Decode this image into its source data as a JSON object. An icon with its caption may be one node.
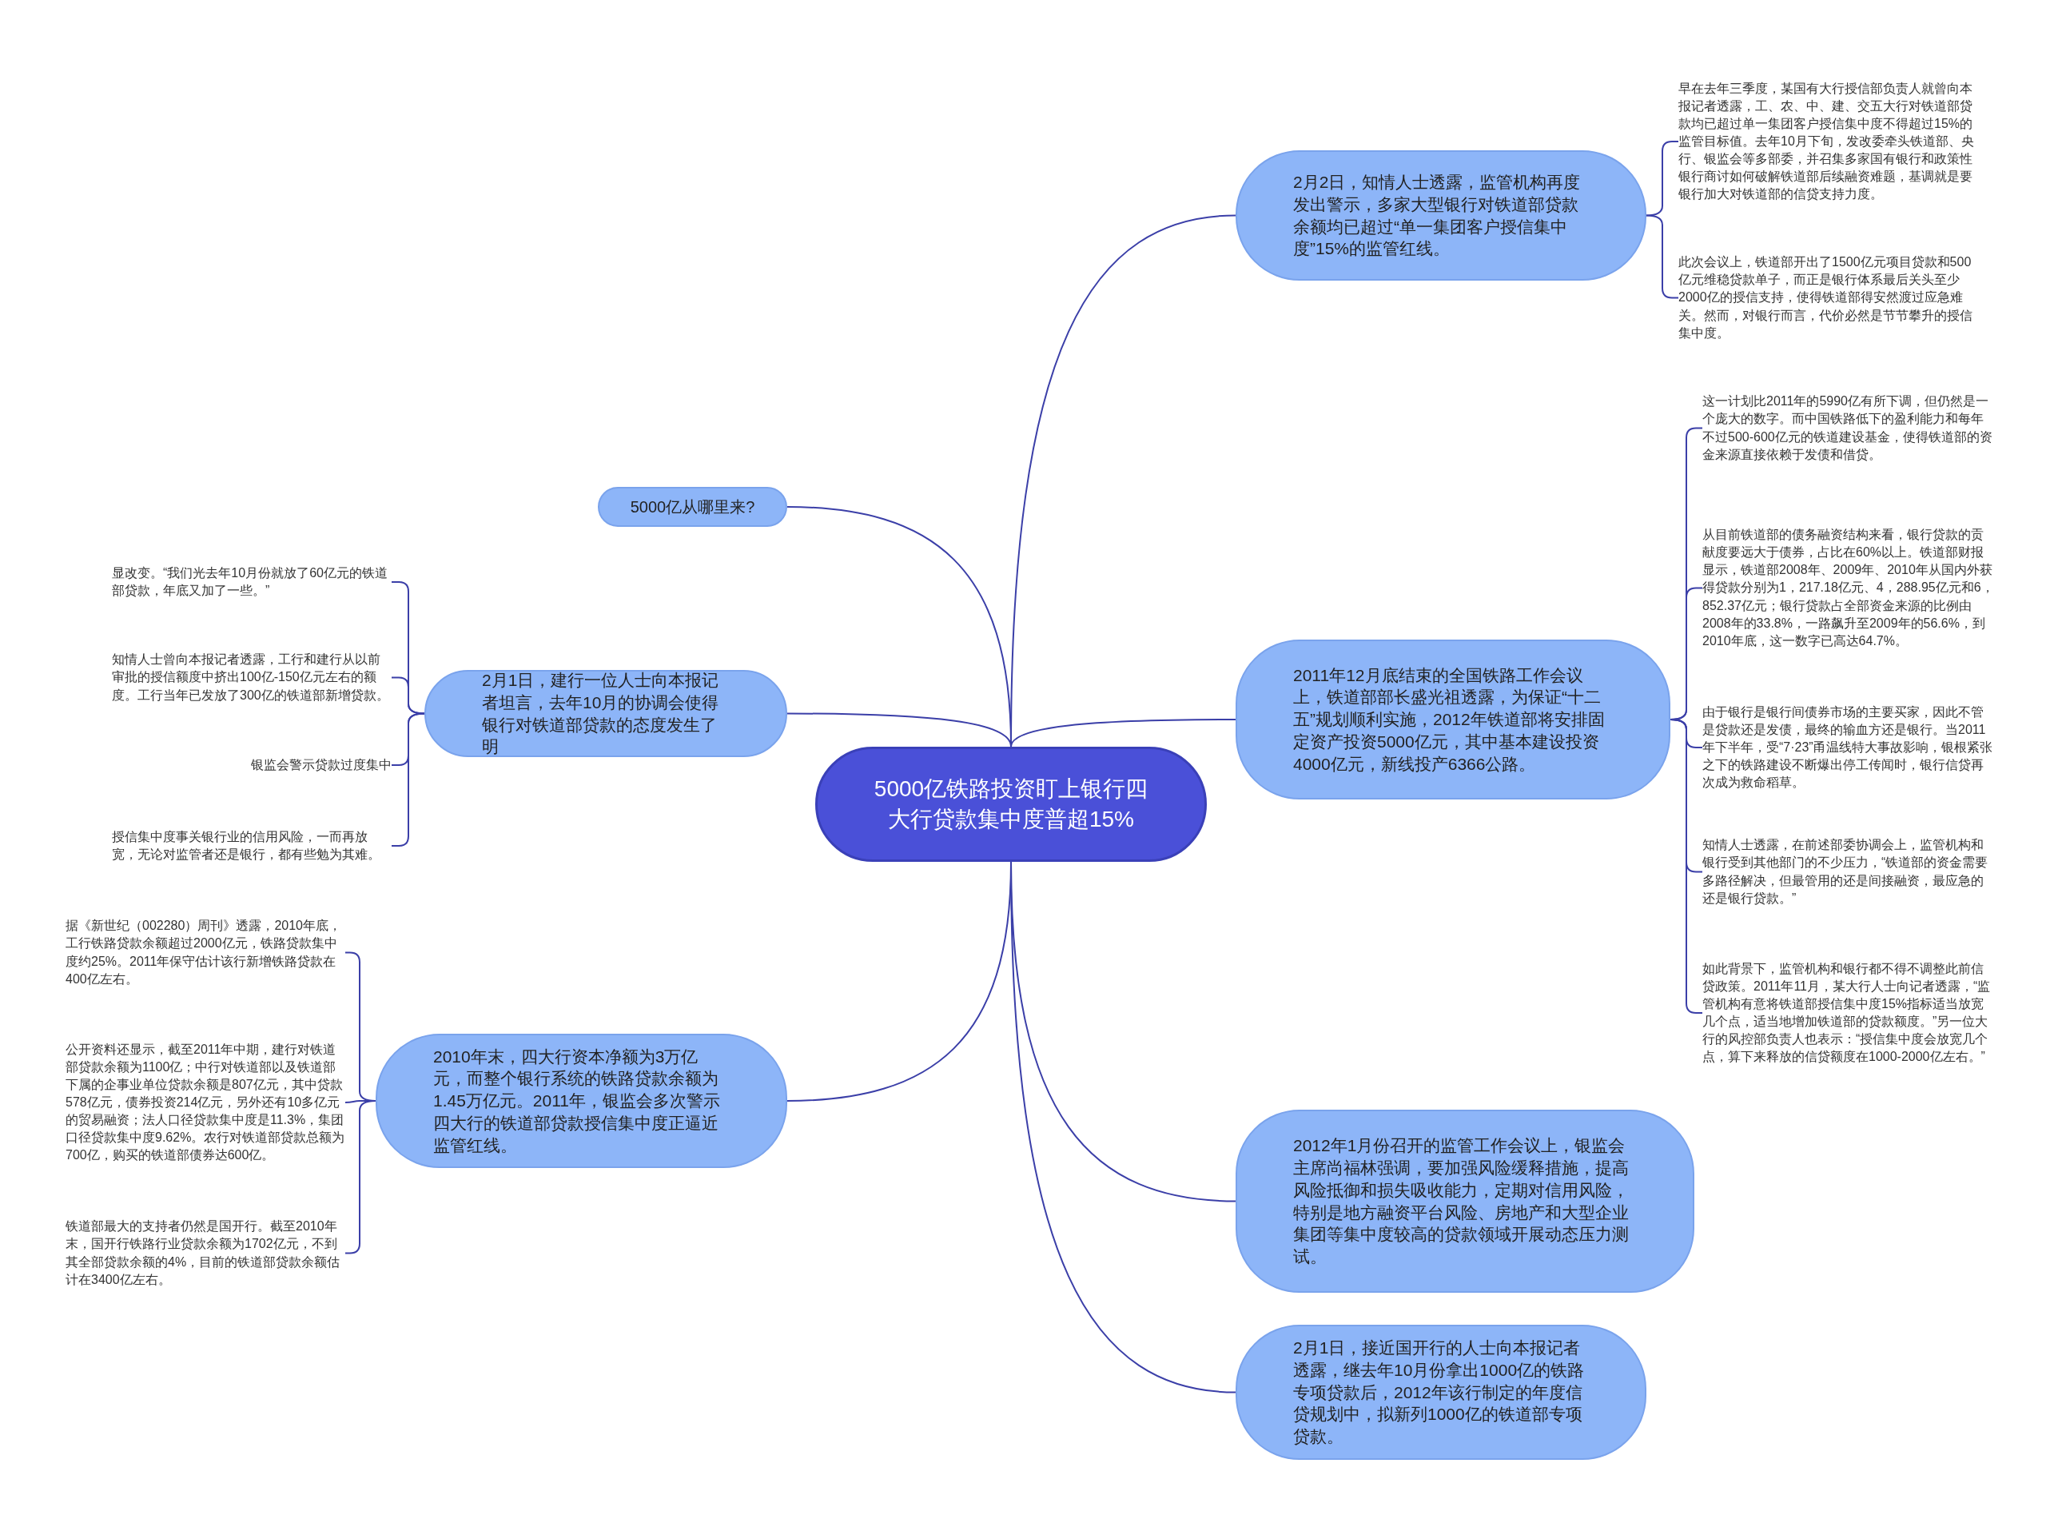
{
  "diagram": {
    "nodes": [
      {
        "text": [
          "5000亿铁路投资盯上银行四大行贷款集中度普超15%"
        ]
      },
      {
        "text": [
          "2月2日，知情人士透露，监管机构再度发出警示，多家大型银行对铁道部贷款余额均已超过“单一集团客户授信集中度”15%的监管红线。"
        ]
      },
      {
        "text": [
          "早在去年三季度，某国有大行授信部负责人就曾向本报记者透露，工、农、中、建、交五大行对铁道部贷款均已超过单一集团客户授信集中度不得超过15%的监管目标值。去年10月下旬，发改委牵头铁道部、央行、银监会等多部委，并召集多家国有银行和政策性银行商讨如何破解铁道部后续融资难题，基调就是要银行加大对铁道部的信贷支持力度。"
        ]
      },
      {
        "text": [
          "此次会议上，铁道部开出了1500亿元项目贷款和500亿元维稳贷款单子，而正是银行体系最后关头至少2000亿的授信支持，使得铁道部得安然渡过应急难关。然而，对银行而言，代价必然是节节攀升的授信集中度。"
        ]
      },
      {
        "text": [
          "2011年12月底结束的全国铁路工作会议上，铁道部部长盛光祖透露，为保证“十二五”规划顺利实施，2012年铁道部将安排固定资产投资5000亿元，其中基本建设投资4000亿元，新线投产6366公路。"
        ]
      },
      {
        "text": [
          "这一计划比2011年的5990亿有所下调，但仍然是一个庞大的数字。而中国铁路低下的盈利能力和每年不过500-600亿元的铁道建设基金，使得铁道部的资金来源直接依赖于发债和借贷。"
        ]
      },
      {
        "text": [
          "从目前铁道部的债务融资结构来看，银行贷款的贡献度要远大于债券，占比在60%以上。铁道部财报显示，铁道部2008年、2009年、2010年从国内外获得贷款分别为1，217.18亿元、4，288.95亿元和6，852.37亿元；银行贷款占全部资金来源的比例由2008年的33.8%，一路飙升至2009年的56.6%，到2010年底，这一数字已高达64.7%。"
        ]
      },
      {
        "text": [
          "由于银行是银行间债券市场的主要买家，因此不管是贷款还是发债，最终的输血方还是银行。当2011年下半年，受“7·23”甬温线特大事故影响，银根紧张之下的铁路建设不断爆出停工传闻时，银行信贷再次成为救命稻草。"
        ]
      },
      {
        "text": [
          "知情人士透露，在前述部委协调会上，监管机构和银行受到其他部门的不少压力，“铁道部的资金需要多路径解决，但最管用的还是间接融资，最应急的还是银行贷款。”"
        ]
      },
      {
        "text": [
          "如此背景下，监管机构和银行都不得不调整此前信贷政策。2011年11月，某大行人士向记者透露，“监管机构有意将铁道部授信集中度15%指标适当放宽几个点，适当地增加铁道部的贷款额度。”另一位大行的风控部负责人也表示：“授信集中度会放宽几个点，算下来释放的信贷额度在1000-2000亿左右。”"
        ]
      },
      {
        "text": [
          "2012年1月份召开的监管工作会议上，银监会主席尚福林强调，要加强风险缓释措施，提高风险抵御和损失吸收能力，定期对信用风险，特别是地方融资平台风险、房地产和大型企业集团等集中度较高的贷款领域开展动态压力测试。"
        ]
      },
      {
        "text": [
          "2月1日，接近国开行的人士向本报记者透露，继去年10月份拿出1000亿的铁路专项贷款后，2012年该行制定的年度信贷规划中，拟新列1000亿的铁道部专项贷款。"
        ]
      },
      {
        "text": [
          "5000亿从哪里来?"
        ]
      },
      {
        "text": [
          "2月1日，建行一位人士向本报记者坦言，去年10月的协调会使得银行对铁道部贷款的态度发生了明"
        ]
      },
      {
        "text": [
          "显改变。“我们光去年10月份就放了60亿元的铁道部贷款，年底又加了一些。”"
        ]
      },
      {
        "text": [
          "知情人士曾向本报记者透露，工行和建行从以前审批的授信额度中挤出100亿-150亿元左右的额度。工行当年已发放了300亿的铁道部新增贷款。"
        ]
      },
      {
        "text": [
          "银监会警示贷款过度集中"
        ]
      },
      {
        "text": [
          "授信集中度事关银行业的信用风险，一而再放宽，无论对监管者还是银行，都有些勉为其难。"
        ]
      },
      {
        "text": [
          "2010年末，四大行资本净额为3万亿元，而整个银行系统的铁路贷款余额为1.45万亿元。2011年，银监会多次警示四大行的铁道部贷款授信集中度正逼近监管红线。"
        ]
      },
      {
        "text": [
          "据《新世纪（002280）周刊》透露，2010年底，工行铁路贷款余额超过2000亿元，铁路贷款集中度约25%。2011年保守估计该行新增铁路贷款在400亿左右。"
        ]
      },
      {
        "text": [
          "公开资料还显示，截至2011年中期，建行对铁道部贷款余额为1100亿；中行对铁道部以及铁道部下属的企事业单位贷款余额是807亿元，其中贷款578亿元，债券投资214亿元，另外还有10多亿元的贸易融资；法人口径贷款集中度是11.3%，集团口径贷款集中度9.62%。农行对铁道部贷款总额为700亿，购买的铁道部债券达600亿。"
        ]
      },
      {
        "text": [
          "铁道部最大的支持者仍然是国开行。截至2010年末，国开行铁路行业贷款余额为1702亿元，不到其全部贷款余额的4%，目前的铁道部贷款余额估计在3400亿左右。"
        ]
      }
    ],
    "edges": [
      {
        "from": 0,
        "to": 1,
        "arrow": "none"
      },
      {
        "from": 1,
        "to": 2,
        "arrow": "none"
      },
      {
        "from": 1,
        "to": 3,
        "arrow": "none"
      },
      {
        "from": 0,
        "to": 4,
        "arrow": "none"
      },
      {
        "from": 4,
        "to": 5,
        "arrow": "none"
      },
      {
        "from": 4,
        "to": 6,
        "arrow": "none"
      },
      {
        "from": 4,
        "to": 7,
        "arrow": "none"
      },
      {
        "from": 4,
        "to": 8,
        "arrow": "none"
      },
      {
        "from": 4,
        "to": 9,
        "arrow": "none"
      },
      {
        "from": 0,
        "to": 10,
        "arrow": "none"
      },
      {
        "from": 0,
        "to": 11,
        "arrow": "none"
      },
      {
        "from": 0,
        "to": 12,
        "arrow": "none"
      },
      {
        "from": 0,
        "to": 13,
        "arrow": "none"
      },
      {
        "from": 13,
        "to": 14,
        "arrow": "none"
      },
      {
        "from": 13,
        "to": 15,
        "arrow": "none"
      },
      {
        "from": 13,
        "to": 16,
        "arrow": "none"
      },
      {
        "from": 13,
        "to": 17,
        "arrow": "none"
      },
      {
        "from": 0,
        "to": 18,
        "arrow": "none"
      },
      {
        "from": 18,
        "to": 19,
        "arrow": "none"
      },
      {
        "from": 18,
        "to": 20,
        "arrow": "none"
      },
      {
        "from": 18,
        "to": 21,
        "arrow": "none"
      }
    ]
  }
}
